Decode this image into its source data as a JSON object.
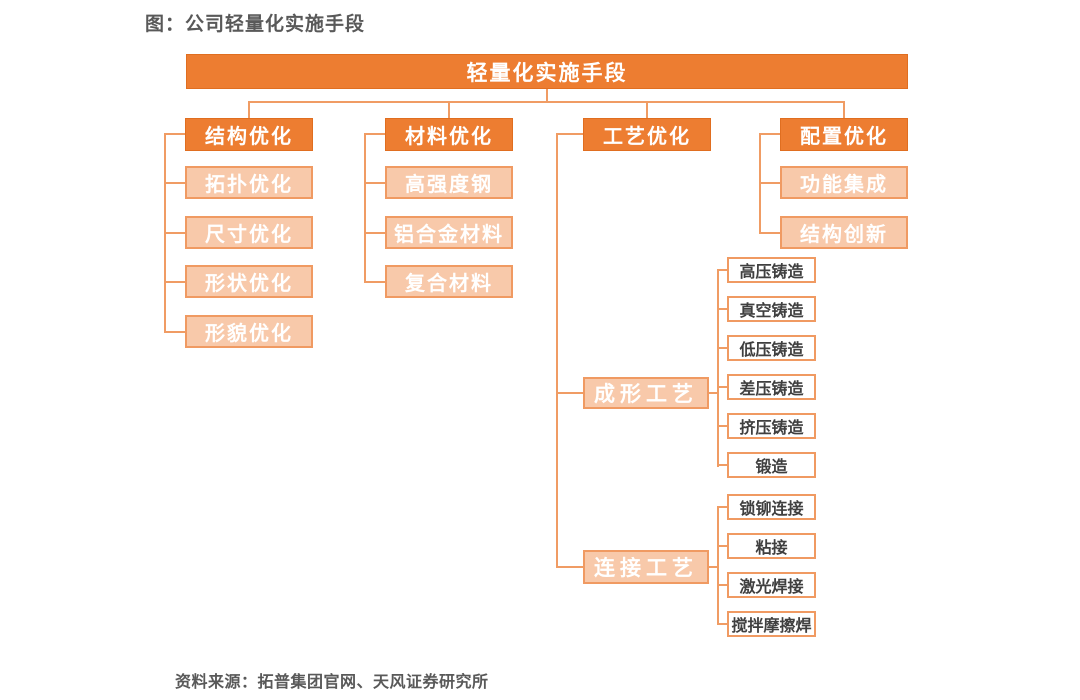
{
  "page": {
    "title": "图：公司轻量化实施手段",
    "source": "资料来源：拓普集团官网、天风证券研究所"
  },
  "theme": {
    "orange": "#ED7D31",
    "peach_fill": "#F8C9AA",
    "line_orange": "#F09C64",
    "node_text_light": "#FFFFFF",
    "leaf_text_dark": "#3F3F3F",
    "caption_gray": "#595959",
    "background": "#FFFFFF"
  },
  "tree": {
    "root": "轻量化实施手段",
    "branches": [
      {
        "label": "结构优化",
        "children": [
          "拓扑优化",
          "尺寸优化",
          "形状优化",
          "形貌优化"
        ]
      },
      {
        "label": "材料优化",
        "children": [
          "高强度钢",
          "铝合金材料",
          "复合材料"
        ]
      },
      {
        "label": "工艺优化",
        "groups": [
          {
            "label": "成形工艺",
            "children": [
              "高压铸造",
              "真空铸造",
              "低压铸造",
              "差压铸造",
              "挤压铸造",
              "锻造"
            ]
          },
          {
            "label": "连接工艺",
            "children": [
              "锁铆连接",
              "粘接",
              "激光焊接",
              "搅拌摩擦焊"
            ]
          }
        ]
      },
      {
        "label": "配置优化",
        "children": [
          "功能集成",
          "结构创新"
        ]
      }
    ]
  }
}
